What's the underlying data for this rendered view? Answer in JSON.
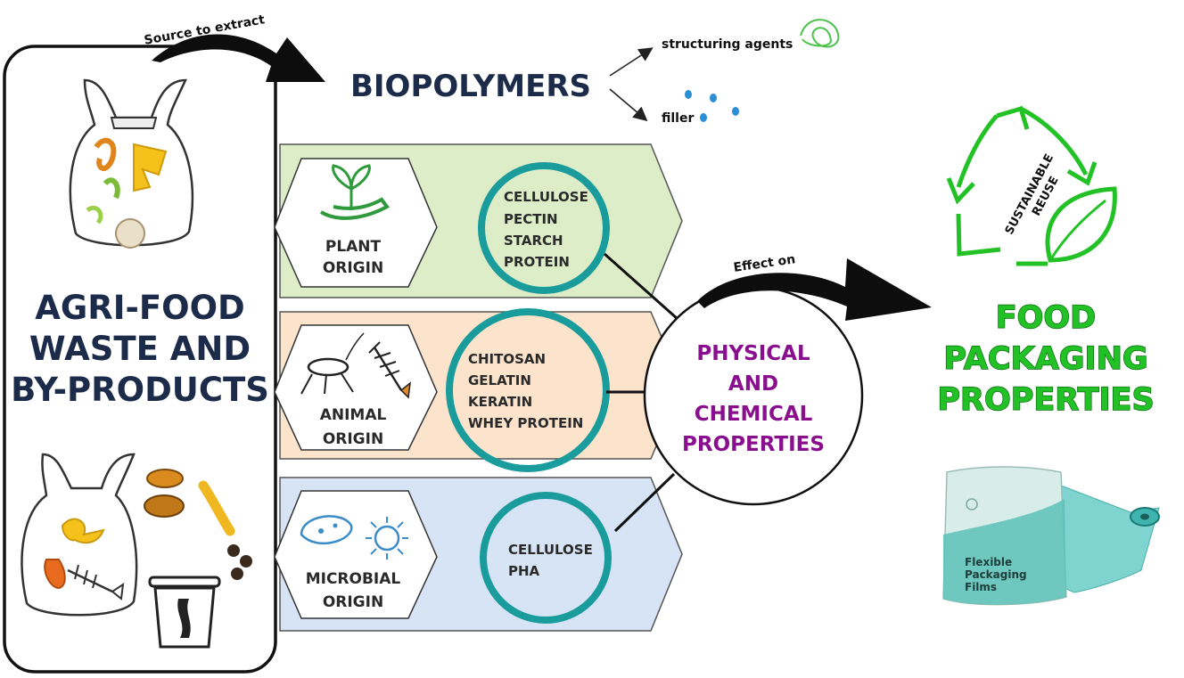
{
  "source_arrow_label": "Source to extract",
  "biopolymers_title": "BIOPOLYMERS",
  "biopolymer_uses": [
    "structuring agents",
    "filler"
  ],
  "waste_box": {
    "lines": [
      "AGRI-FOOD",
      "WASTE AND",
      "BY-PRODUCTS"
    ]
  },
  "origins": [
    {
      "name_lines": [
        "PLANT",
        "ORIGIN"
      ],
      "items": [
        "CELLULOSE",
        "PECTIN",
        "STARCH",
        "PROTEIN"
      ],
      "fill": "#dcedc8",
      "icon": "sprout-in-hand-icon"
    },
    {
      "name_lines": [
        "ANIMAL",
        "ORIGIN"
      ],
      "items": [
        "CHITOSAN",
        "GELATIN",
        "KERATIN",
        "WHEY PROTEIN"
      ],
      "fill": "#fbe3cc",
      "icon": "cricket-and-fishbone-icon"
    },
    {
      "name_lines": [
        "MICROBIAL",
        "ORIGIN"
      ],
      "items": [
        "CELLULOSE",
        "PHA"
      ],
      "fill": "#d6e4f6",
      "icon": "bacteria-and-virus-icon"
    }
  ],
  "center_circle": {
    "lines": [
      "PHYSICAL",
      "AND",
      "CHEMICAL",
      "PROPERTIES"
    ]
  },
  "effect_arrow_label": "Effect on",
  "recycle_label_lines": [
    "SUSTAINABLE",
    "REUSE"
  ],
  "result": {
    "lines": [
      "FOOD",
      "PACKAGING",
      "PROPERTIES"
    ]
  },
  "packaging_image": {
    "text_lines": [
      "Flexible",
      "Packaging",
      "Films"
    ]
  },
  "colors": {
    "navy": "#1c2b4a",
    "teal": "#1a9c9c",
    "purple": "#8a0f8e",
    "green": "#22c226"
  }
}
